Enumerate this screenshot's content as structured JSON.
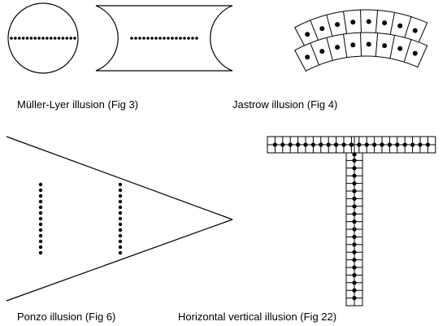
{
  "figures": {
    "muller_lyer": {
      "caption": "Müller-Lyer illusion (Fig 3)"
    },
    "jastrow": {
      "caption": "Jastrow illusion (Fig 4)"
    },
    "ponzo": {
      "caption": "Ponzo illusion (Fig 6)"
    },
    "horizontal_vertical": {
      "caption": "Horizontal vertical illusion (Fig 22)"
    }
  },
  "colors": {
    "stroke": "#000000",
    "background": "#ffffff",
    "text": "#000000"
  }
}
